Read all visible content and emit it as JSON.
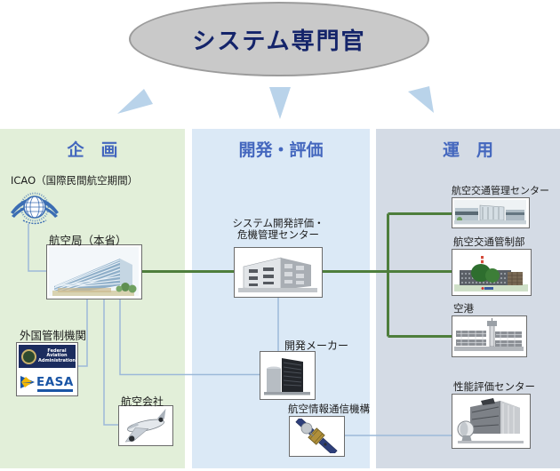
{
  "diagram_title": "システム専門官",
  "columns": {
    "planning": {
      "header": "企　画",
      "nodes": {
        "icao": {
          "label": "ICAO（国際民間航空期間）"
        },
        "jcab": {
          "label": "航空局（本省）"
        },
        "foreign": {
          "label": "外国管制機関",
          "faa_text": "Federal Aviation\nAdministration",
          "easa_text": "EASA"
        },
        "airline": {
          "label": "航空会社"
        }
      }
    },
    "development": {
      "header": "開発・評価",
      "nodes": {
        "sdecc": {
          "label": "システム開発評価・\n危機管理センター"
        },
        "maker": {
          "label": "開発メーカー"
        },
        "jais": {
          "label": "航空情報通信機構"
        }
      }
    },
    "operation": {
      "header": "運　用",
      "nodes": {
        "atmc": {
          "label": "航空交通管理センター"
        },
        "atc": {
          "label": "航空交通管制部"
        },
        "airport": {
          "label": "空港"
        },
        "perf": {
          "label": "性能評価センター"
        }
      }
    }
  },
  "colors": {
    "planning_bg": "#e2efd9",
    "development_bg": "#dbe9f6",
    "operation_bg": "#d4dbe5",
    "header_text": "#4467be",
    "title_text": "#14246a",
    "ellipse_fill": "#c9c9c9",
    "arrow_fill": "#b9d3ea",
    "green_wire": "#4e7e3c",
    "blue_wire": "#9cb9d9"
  }
}
